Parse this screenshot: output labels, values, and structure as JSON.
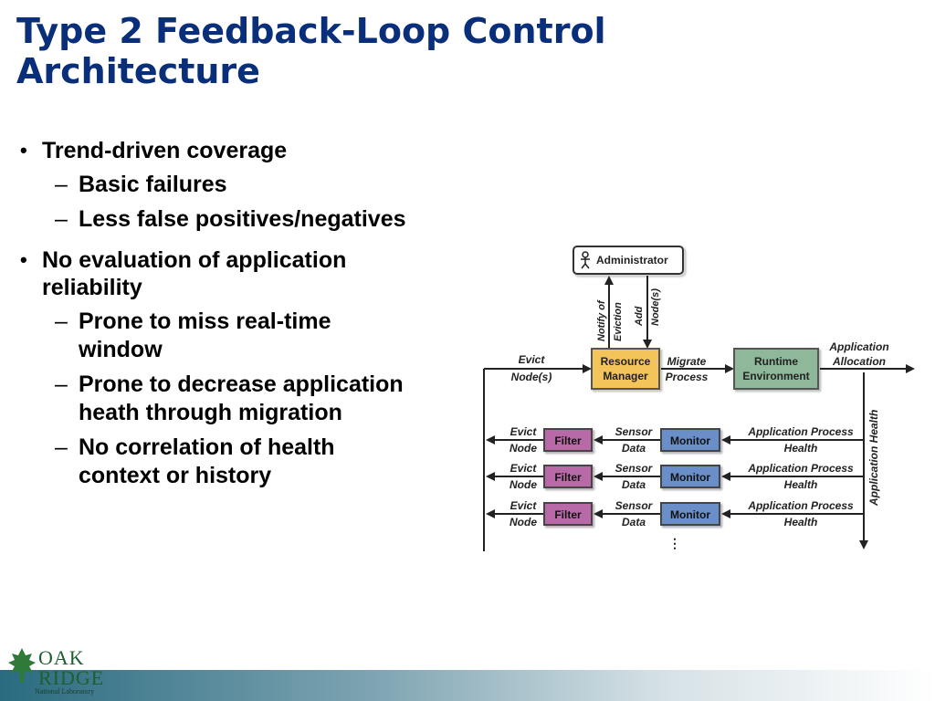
{
  "slide": {
    "title_line1": "Type 2 Feedback-Loop Control",
    "title_line2": "Architecture"
  },
  "bullets": [
    {
      "text": "Trend-driven coverage",
      "subs": [
        "Basic failures",
        "Less false positives/negatives"
      ]
    },
    {
      "text_line1": "No evaluation of application",
      "text_line2": "reliability",
      "subs": [
        {
          "line1": "Prone to miss real-time",
          "line2": "window"
        },
        {
          "line1": "Prone to decrease application",
          "line2": "heath through migration"
        },
        {
          "line1": "No correlation of health",
          "line2": "context or history"
        }
      ]
    }
  ],
  "diagram": {
    "administrator": "Administrator",
    "notify_of": "Notify of",
    "eviction": "Eviction",
    "add": "Add",
    "nodes_s": "Node(s)",
    "evict": "Evict",
    "evict_nodes": "Node(s)",
    "resource_manager_1": "Resource",
    "resource_manager_2": "Manager",
    "migrate": "Migrate",
    "process": "Process",
    "runtime_1": "Runtime",
    "runtime_2": "Environment",
    "application": "Application",
    "allocation": "Allocation",
    "application_health": "Application Health",
    "ellipsis": "⋮",
    "rows": [
      {
        "evict": "Evict",
        "node": "Node",
        "filter": "Filter",
        "sensor": "Sensor",
        "data": "Data",
        "monitor": "Monitor",
        "app_process": "Application Process",
        "health": "Health"
      },
      {
        "evict": "Evict",
        "node": "Node",
        "filter": "Filter",
        "sensor": "Sensor",
        "data": "Data",
        "monitor": "Monitor",
        "app_process": "Application Process",
        "health": "Health"
      },
      {
        "evict": "Evict",
        "node": "Node",
        "filter": "Filter",
        "sensor": "Sensor",
        "data": "Data",
        "monitor": "Monitor",
        "app_process": "Application Process",
        "health": "Health"
      }
    ],
    "colors": {
      "resource_manager": "#f2c45a",
      "runtime": "#8fb89a",
      "filter": "#b86aa8",
      "monitor": "#6a8fc8"
    }
  },
  "logo": {
    "line1": "OAK",
    "line2": "RIDGE",
    "line3": "National Laboratory"
  }
}
